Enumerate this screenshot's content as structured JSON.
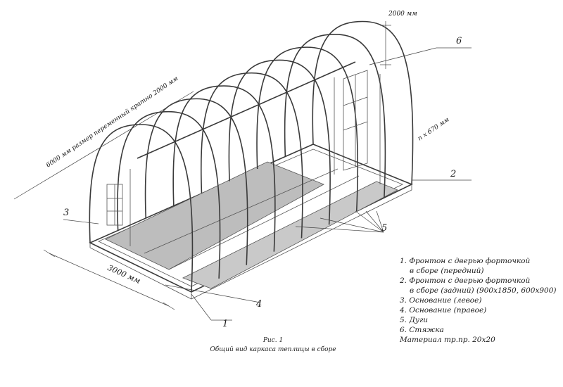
{
  "drawing": {
    "labels": {
      "n1": "1",
      "n2": "2",
      "n3": "3",
      "n4": "4",
      "n5": "5",
      "n6": "6"
    },
    "dimensions": {
      "height": "2000 мм",
      "length": "6000 мм размер переменный кратно 2000 мм",
      "width": "3000 мм",
      "arc_step": "n x 670 мм"
    }
  },
  "legend": {
    "items": [
      "1. Фронтон с дверью форточкой",
      "в сборе (передний)",
      "2. Фронтон с дверью форточкой",
      "в сборе (задний) (900x1850, 600x900)",
      "3. Основание (левое)",
      "4. Основание (правое)",
      "5. Дуги",
      "6. Стяжка",
      "Материал тр.пр. 20x20"
    ]
  },
  "caption": {
    "figure": "Рис. 1",
    "text": "Общий вид каркаса теплицы в сборе"
  }
}
